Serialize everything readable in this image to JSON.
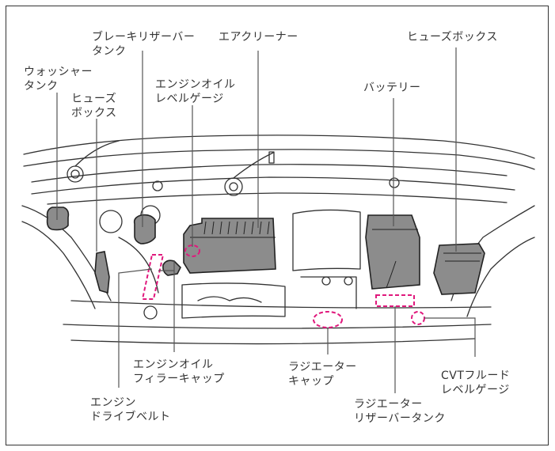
{
  "diagram": {
    "title": "Engine compartment overview",
    "colors": {
      "line": "#333333",
      "fill_gray": "#8c8c8c",
      "highlight": "#e0197d",
      "leader": "#555555"
    },
    "labels": {
      "brake_reservoir": [
        "ブレーキリザーバー",
        "タンク"
      ],
      "air_cleaner": [
        "エアクリーナー"
      ],
      "fuse_box_right": [
        "ヒューズボックス"
      ],
      "washer_tank": [
        "ウォッシャー",
        "タンク"
      ],
      "fuse_box_left": [
        "ヒューズ",
        "ボックス"
      ],
      "oil_level_gauge": [
        "エンジンオイル",
        "レベルゲージ"
      ],
      "battery": [
        "バッテリー"
      ],
      "oil_filler_cap": [
        "エンジンオイル",
        "フィラーキャップ"
      ],
      "drive_belt": [
        "エンジン",
        "ドライブベルト"
      ],
      "radiator_cap": [
        "ラジエーター",
        "キャップ"
      ],
      "radiator_reservoir": [
        "ラジエーター",
        "リザーバータンク"
      ],
      "cvt_fluid_gauge": [
        "CVTフルード",
        "レベルゲージ"
      ]
    }
  }
}
